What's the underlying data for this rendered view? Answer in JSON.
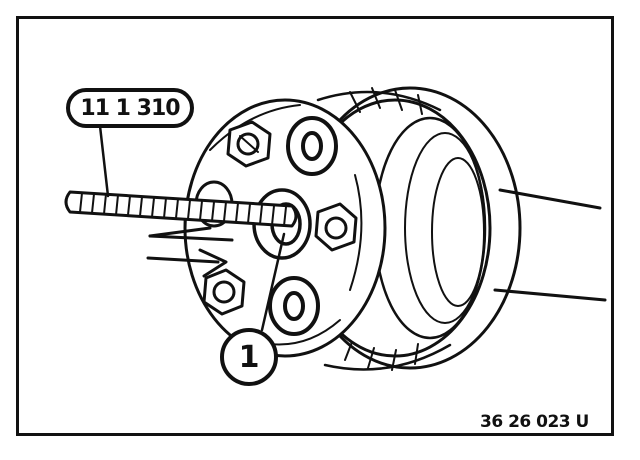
{
  "diagram": {
    "tool_number": "11 1 310",
    "part_number": "1",
    "figure_code": "36 26 023 U"
  }
}
